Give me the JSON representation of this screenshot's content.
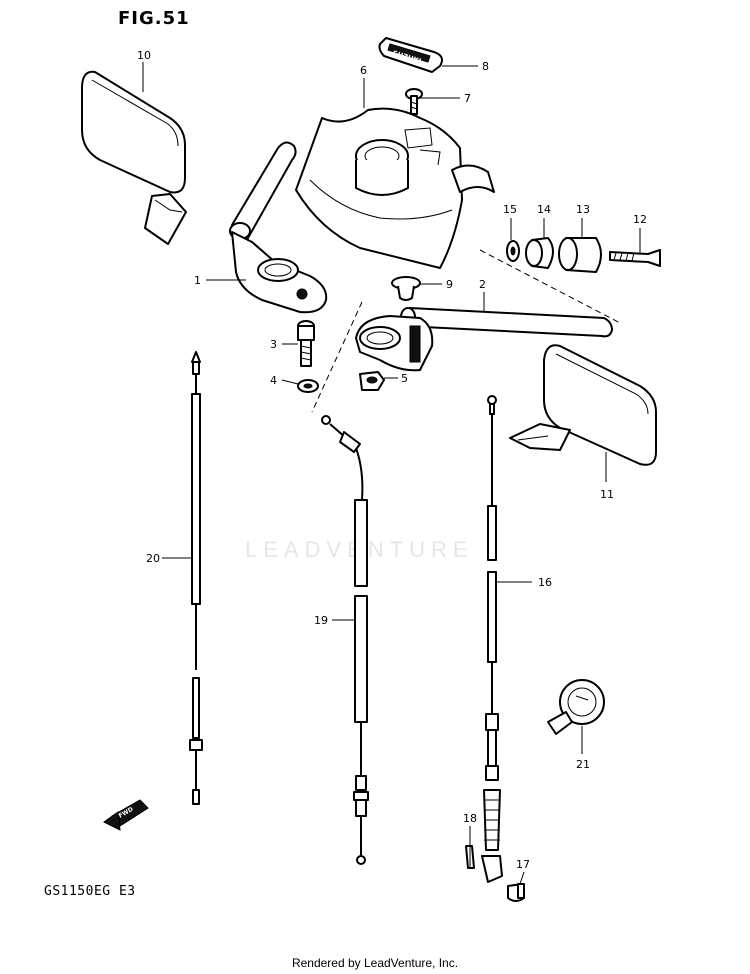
{
  "figure": {
    "title": "FIG.51",
    "model_code": "GS1150EG  E3",
    "footer": "Rendered by LeadVenture, Inc.",
    "watermark": "LEADVENTURE",
    "fwd_label": "FWD",
    "cover_badge_text": "SUZUKI",
    "parts": [
      {
        "id": "1",
        "label": "1"
      },
      {
        "id": "2",
        "label": "2"
      },
      {
        "id": "3",
        "label": "3"
      },
      {
        "id": "4",
        "label": "4"
      },
      {
        "id": "5",
        "label": "5"
      },
      {
        "id": "6",
        "label": "6"
      },
      {
        "id": "7",
        "label": "7"
      },
      {
        "id": "8",
        "label": "8"
      },
      {
        "id": "9",
        "label": "9"
      },
      {
        "id": "10",
        "label": "10"
      },
      {
        "id": "11",
        "label": "11"
      },
      {
        "id": "12",
        "label": "12"
      },
      {
        "id": "13",
        "label": "13"
      },
      {
        "id": "14",
        "label": "14"
      },
      {
        "id": "15",
        "label": "15"
      },
      {
        "id": "16",
        "label": "16"
      },
      {
        "id": "17",
        "label": "17"
      },
      {
        "id": "18",
        "label": "18"
      },
      {
        "id": "19",
        "label": "19"
      },
      {
        "id": "20",
        "label": "20"
      },
      {
        "id": "21",
        "label": "21"
      }
    ]
  }
}
